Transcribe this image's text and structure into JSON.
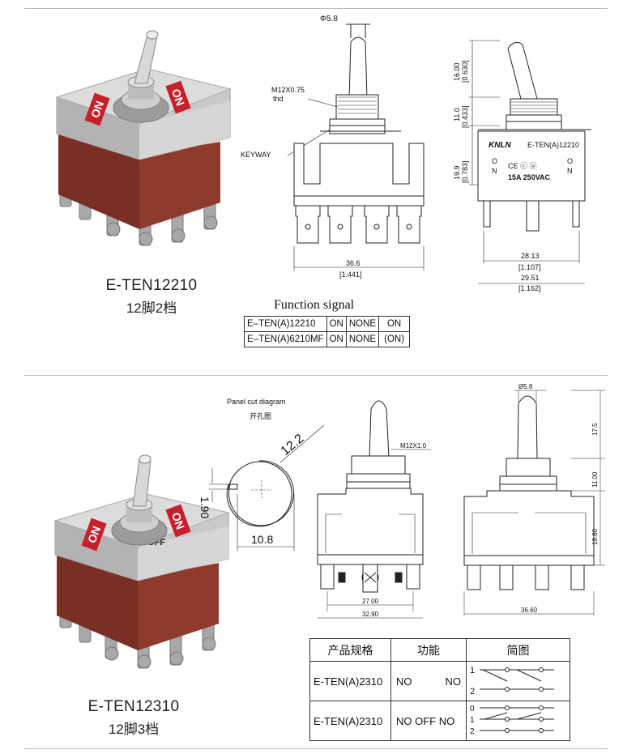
{
  "product1": {
    "model": "E-TEN12210",
    "pins": "12脚2档",
    "body_labels": [
      "ON",
      "ON"
    ],
    "dims": {
      "phi": "Φ5.8",
      "thread": "M12X0.75",
      "thread_note": "thd",
      "keyway": "KEYWAY",
      "w1": "36.6",
      "w1_in": "[1.441]",
      "h1": "16.00",
      "h1_in": "[0.630]",
      "h2": "11.0",
      "h2_in": "[0.433]",
      "h3": "19.9",
      "h3_in": "[0.783]",
      "w2": "28.13",
      "w2_in": "[1.107]",
      "w3": "29.51",
      "w3_in": "[1.162]"
    },
    "plate": {
      "brand": "KNLN",
      "model": "E-TEN(A)12210",
      "rating": "15A  250VAC",
      "marks": "CE ®",
      "on_left": "O\nN",
      "on_right": "O\nN"
    }
  },
  "function_signal": {
    "title": "Function signal",
    "rows": [
      [
        "E–TEN(A)12210",
        "ON",
        "NONE",
        "ON"
      ],
      [
        "E–TEN(A)6210MF",
        "ON",
        "NONE",
        "(ON)"
      ]
    ]
  },
  "product2": {
    "model": "E-TEN12310",
    "pins": "12脚3档",
    "body_labels": [
      "ON",
      "ON",
      "OFF"
    ],
    "panel": {
      "title": "Panel cut diagram",
      "subtitle": "开孔图",
      "d1": "12.2",
      "d2": "1.90",
      "d3": "10.8"
    },
    "dims": {
      "thread": "M12X1.0",
      "w1": "27.00",
      "w2": "32.90",
      "phi": "Ø5.8",
      "h1": "17.5",
      "h2": "11.00",
      "h3": "19.80",
      "w3": "36.60"
    }
  },
  "spec_table": {
    "headers": [
      "产品规格",
      "功能",
      "简图"
    ],
    "rows": [
      {
        "model": "E-TEN(A)2310",
        "func_left": "NO",
        "func_right": "NO",
        "diagram_labels": [
          "1",
          "2"
        ]
      },
      {
        "model": "E-TEN(A)2310",
        "func": "NO OFF NO",
        "diagram_labels": [
          "0",
          "1",
          "2"
        ]
      }
    ]
  },
  "colors": {
    "body_red": "#8a3a2c",
    "label_red": "#c8202a",
    "metal": "#b9b9b9"
  }
}
